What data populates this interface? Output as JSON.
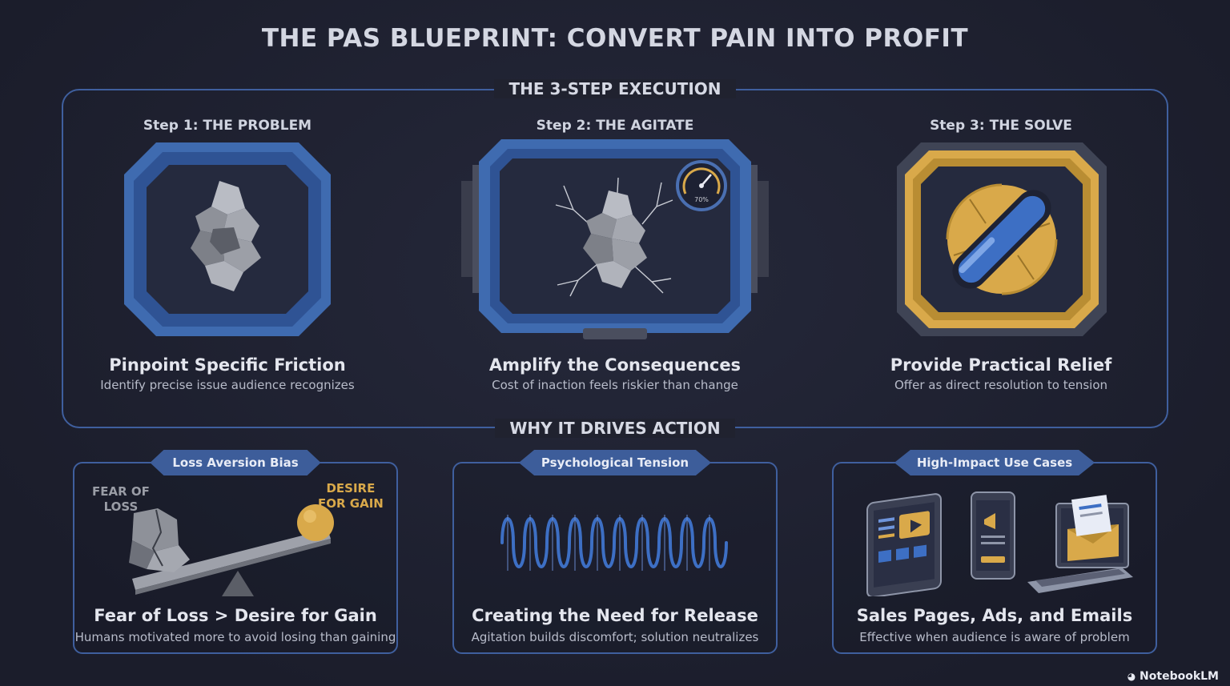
{
  "title": "THE PAS BLUEPRINT: CONVERT PAIN INTO PROFIT",
  "execution": {
    "label": "THE 3-STEP EXECUTION",
    "steps": [
      {
        "label": "Step 1: THE PROBLEM",
        "heading": "Pinpoint Specific Friction",
        "description": "Identify precise issue audience recognizes"
      },
      {
        "label": "Step 2: THE AGITATE",
        "heading": "Amplify the Consequences",
        "description": "Cost of inaction feels riskier than change"
      },
      {
        "label": "Step 3: THE SOLVE",
        "heading": "Provide Practical Relief",
        "description": "Offer as direct resolution to tension"
      }
    ]
  },
  "why": {
    "label": "WHY IT DRIVES ACTION",
    "cards": [
      {
        "pill": "Loss Aversion Bias",
        "heading": "Fear of Loss > Desire for Gain",
        "description": "Humans motivated more to avoid losing than gaining",
        "fear_label": "FEAR OF\nLOSS",
        "desire_label": "DESIRE\nFOR GAIN"
      },
      {
        "pill": "Psychological Tension",
        "heading": "Creating the Need for Release",
        "description": "Agitation builds discomfort; solution neutralizes"
      },
      {
        "pill": "High-Impact Use Cases",
        "heading": "Sales Pages, Ads, and Emails",
        "description": "Effective when audience is aware of problem"
      }
    ]
  },
  "gauge_text": "70%",
  "watermark": "NotebookLM",
  "colors": {
    "frame": "#3f5f9e",
    "gold": "#d9a94a",
    "rock": "#9a9da6"
  }
}
